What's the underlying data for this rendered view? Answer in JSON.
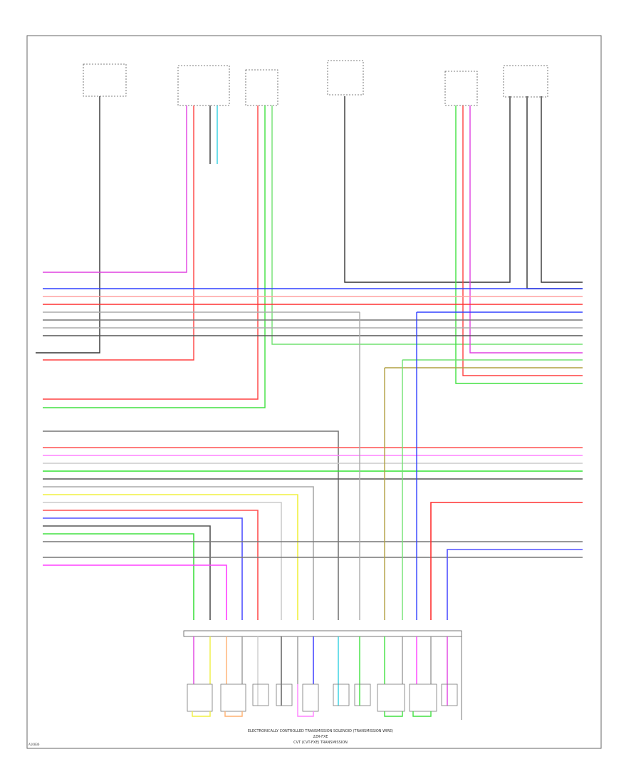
{
  "diagram": {
    "caption_line1": "ELECTRONICALLY CONTROLLED TRANSMISSION SOLENOID (TRANSMISSION WIRE)",
    "caption_line2": "2ZR-FXE",
    "caption_line3": "CVT (CVT-FXE) TRANSMISSION",
    "footer_code": "A10836"
  }
}
